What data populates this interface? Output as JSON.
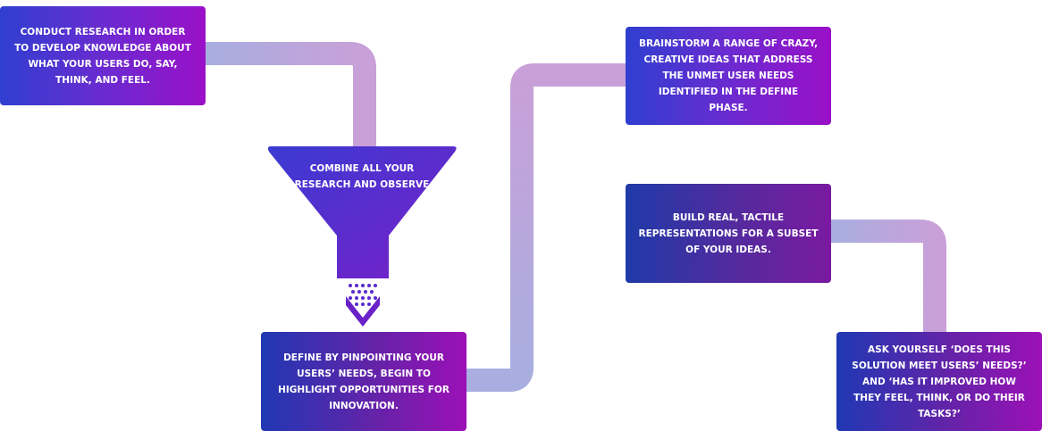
{
  "steps": {
    "research": "Conduct research in order to develop knowledge about what your users do, say, think, and feel.",
    "synthesize": "Combine all your research and observe",
    "define": "Define by pinpointing your users’ needs, begin to highlight opportunities for innovation.",
    "ideate": "Brainstorm a range of crazy, creative ideas that address the unmet user needs identified in the define phase.",
    "prototype": "Build real, tactile representations for a subset of your ideas.",
    "test": "Ask yourself ‘Does this solution meet users’ needs?’ and ‘Has it improved how they feel, think, or do their tasks?’"
  },
  "colors": {
    "connector_start": "#a8aee0",
    "connector_end": "#c9a0d8",
    "box_blue": "#2f3fd0",
    "box_purple": "#9a10c8",
    "funnel_top": "#3a3ad2",
    "funnel_bottom": "#7a20c8"
  }
}
